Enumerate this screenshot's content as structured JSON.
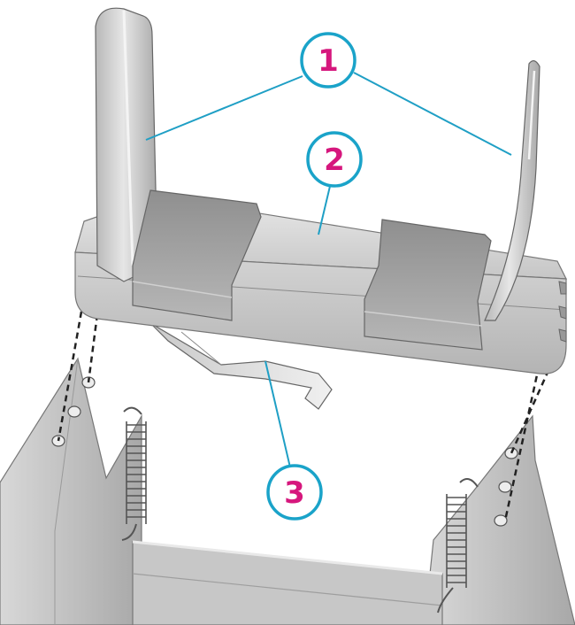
{
  "colors": {
    "callout_ring": "#1aa3c9",
    "callout_number": "#d6177d",
    "leader_line": "#1f9fc5",
    "part_light": "#e3e3e3",
    "part_mid": "#c9c9c9",
    "part_dark": "#9c9c9c",
    "outline": "#666666",
    "dashed_link": "#222222"
  },
  "callouts": [
    {
      "id": "1",
      "label": "1"
    },
    {
      "id": "2",
      "label": "2"
    },
    {
      "id": "3",
      "label": "3"
    }
  ],
  "icons": {
    "pin": "pin-icon",
    "spring": "spring-icon"
  }
}
